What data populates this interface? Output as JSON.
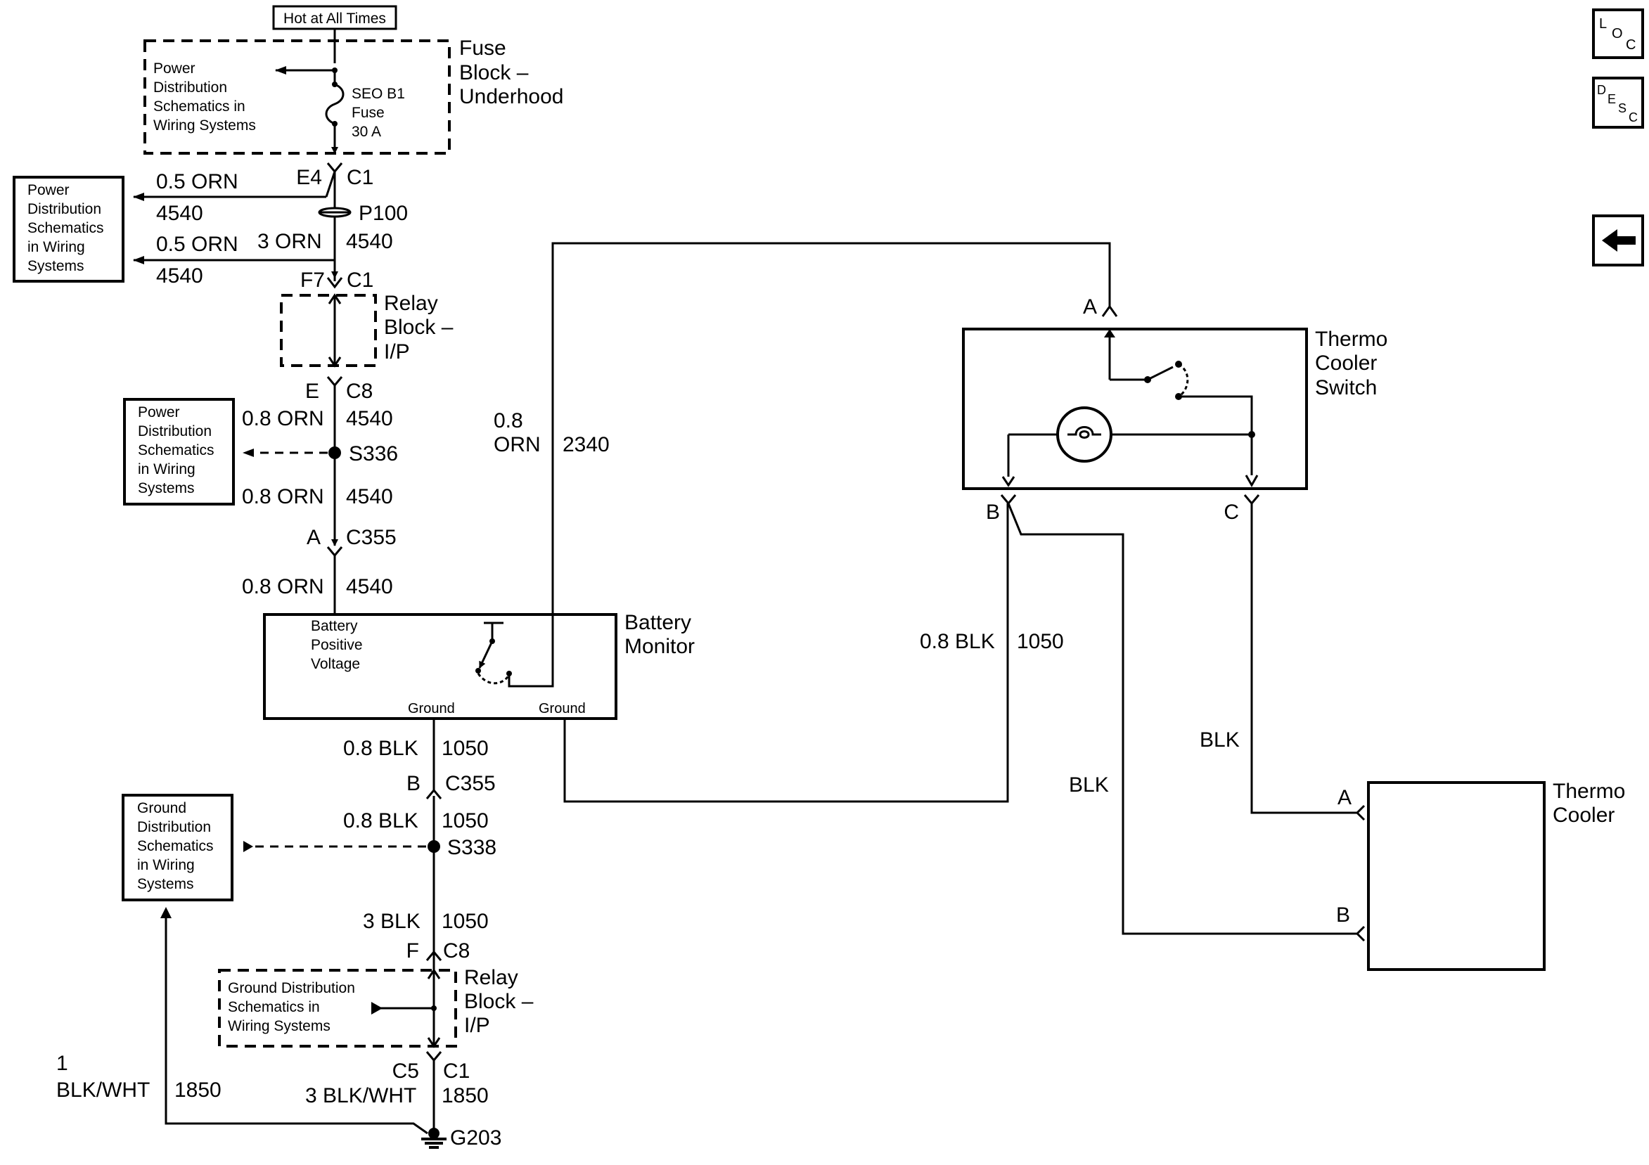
{
  "page": {
    "hot_label": "Hot at All Times",
    "nav": {
      "loc": [
        "L",
        "O",
        "C"
      ],
      "desc": [
        "D",
        "E",
        "S",
        "C"
      ]
    },
    "fuse_block": {
      "title": [
        "Fuse",
        "Block –",
        "Underhood"
      ],
      "ref_text": [
        "Power",
        "Distribution",
        "Schematics in",
        "Wiring Systems"
      ],
      "fuse": [
        "SEO B1",
        "Fuse",
        "30 A"
      ]
    },
    "left_ref_box_1": [
      "Power",
      "Distribution",
      "Schematics",
      "in Wiring",
      "Systems"
    ],
    "left_ref_box_2": [
      "Power",
      "Distribution",
      "Schematics",
      "in Wiring",
      "Systems"
    ],
    "left_ref_box_ground": [
      "Ground",
      "Distribution",
      "Schematics",
      "in Wiring",
      "Systems"
    ],
    "relay_block_top": {
      "title": [
        "Relay",
        "Block –",
        "I/P"
      ]
    },
    "relay_block_bottom": {
      "title": [
        "Relay",
        "Block –",
        "I/P"
      ],
      "ref_text": [
        "Ground Distribution",
        "Schematics in",
        "Wiring Systems"
      ]
    },
    "battery_monitor": {
      "title": [
        "Battery",
        "Monitor"
      ],
      "inner": [
        "Battery",
        "Positive",
        "Voltage"
      ],
      "ground1": "Ground",
      "ground2": "Ground"
    },
    "thermo_switch": {
      "title": [
        "Thermo",
        "Cooler",
        "Switch"
      ]
    },
    "thermo_cooler": {
      "title": [
        "Thermo",
        "Cooler"
      ]
    },
    "labels": {
      "e4": "E4",
      "c1_top": "C1",
      "orn05_a": "0.5 ORN",
      "w4540_a": "4540",
      "p100": "P100",
      "orn05_b": "0.5 ORN",
      "orn3": "3 ORN",
      "w4540_b": "4540",
      "w4540_c": "4540",
      "f7": "F7",
      "c1_mid": "C1",
      "e_c8": "E",
      "c8_top": "C8",
      "orn08_a": "0.8 ORN",
      "w4540_d": "4540",
      "s336": "S336",
      "orn08_b": "0.8 ORN",
      "w4540_e": "4540",
      "a_c355": "A",
      "c355_top": "C355",
      "orn08_c": "0.8 ORN",
      "w4540_f": "4540",
      "orn08_vert_1": "0.8",
      "orn08_vert_2": "ORN",
      "w2340": "2340",
      "blk08_a": "0.8 BLK",
      "w1050_a": "1050",
      "b_c355": "B",
      "c355_bot": "C355",
      "blk08_b": "0.8 BLK",
      "w1050_b": "1050",
      "s338": "S338",
      "blk3": "3 BLK",
      "w1050_c": "1050",
      "f_c8": "F",
      "c8_bot": "C8",
      "c5": "C5",
      "c1_bot": "C1",
      "blkwht3": "3 BLK/WHT",
      "w1850_a": "1850",
      "one": "1",
      "blkwht1": "BLK/WHT",
      "w1850_b": "1850",
      "g203": "G203",
      "sw_a": "A",
      "sw_b": "B",
      "sw_c": "C",
      "blk08_c": "0.8 BLK",
      "w1050_d": "1050",
      "blk_a": "BLK",
      "blk_b": "BLK",
      "tc_a": "A",
      "tc_b": "B"
    }
  }
}
